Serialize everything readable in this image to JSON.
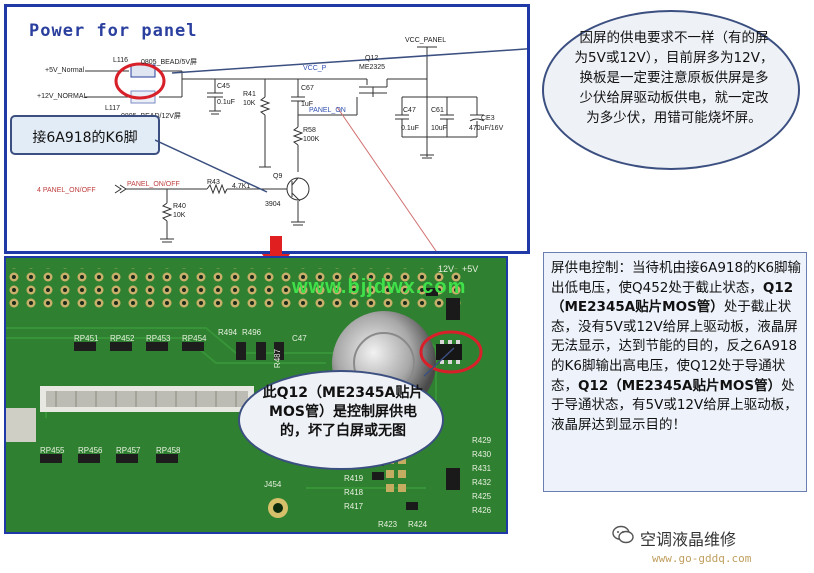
{
  "schematic": {
    "title": "Power for panel",
    "labels": {
      "plus5v": "+5V_Normal",
      "plus12v": "+12V_NORMAL",
      "l116": "L116",
      "bead5": "0805_BEAD/5V屏",
      "l117": "L117",
      "bead12": "0805_BEAD/12V屏",
      "c45": "C45",
      "c45v": "0.1uF",
      "r41": "R41",
      "r41v": "10K",
      "c67": "C67",
      "c67v": "1uF",
      "vccp": "VCC_P",
      "r58": "R58",
      "r58v": "100K",
      "panelon": "PANEL_ON",
      "q12": "Q12",
      "q12v": "ME2325",
      "vccpanel": "VCC_PANEL",
      "c47": "C47",
      "c47v": "0.1uF",
      "c61": "C61",
      "c61v": "10uF",
      "ce3": "CE3",
      "ce3v": "470uF/16V",
      "q9": "Q9",
      "q9v": "3904",
      "r43": "R43",
      "r43v": "4.7K1",
      "r40": "R40",
      "r40v": "10K",
      "panel_onoff_in": "4  PANEL_ON/OFF",
      "panel_onoff": "PANEL_ON/OFF"
    }
  },
  "photo": {
    "watermark": "www.bjjdwx.com",
    "silk": {
      "rp451": "RP451",
      "rp452": "RP452",
      "rp453": "RP453",
      "rp454": "RP454",
      "r494": "R494",
      "r496": "R496",
      "r487": "R487",
      "c47": "C47",
      "rp455": "RP455",
      "rp456": "RP456",
      "rp457": "RP457",
      "rp458": "RP458",
      "j454": "J454",
      "r419": "R419",
      "r418": "R418",
      "r417": "R417",
      "r423": "R423",
      "r424": "R424",
      "r429": "R429",
      "r430": "R430",
      "r431": "R431",
      "r432": "R432",
      "r425": "R425",
      "r426": "R426",
      "v12": "12V",
      "v5": "+5V"
    }
  },
  "callouts": {
    "top_right": "因屏的供电要求不一样（有的屏为5V或12V），目前屏多为12V，换板是一定要注意原板供屏是多少伏给屏驱动板供电，就一定改为多少伏，用错可能烧坏屏。",
    "k6": "接6A918的K6脚",
    "mos": "此Q12（ME2345A贴片MOS管）是控制屏供电的，坏了白屏或无图"
  },
  "description": {
    "p1": "屏供电控制：当待机由接6A918的K6脚输出低电压，使Q452处于截止状态，",
    "b1": "Q12（ME2345A贴片MOS管）",
    "p2": "处于截止状态，没有5V或12V给屏上驱动板，液晶屏无法显示，达到节能的目的，反之6A918的K6脚输出高电压，使Q12处于导通状态，",
    "b2": "Q12（ME2345A贴片MOS管）",
    "p3": "处于导通状态，有5V或12V给屏上驱动板，液晶屏达到显示目的！"
  },
  "footer": {
    "brand": "空调液晶维修",
    "url": "www.go-gddq.com"
  },
  "colors": {
    "frame": "#1f3aa6",
    "pcb": "#2d7d2b",
    "highlight_ring": "#d8202a",
    "arrow": "#e02020"
  }
}
